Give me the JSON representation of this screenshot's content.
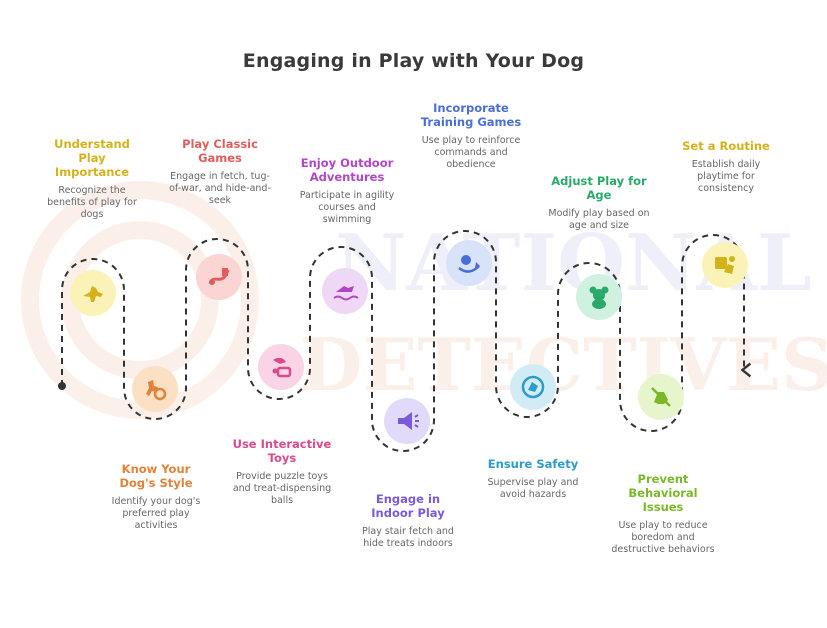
{
  "title": "Engaging in Play with Your Dog",
  "watermark": {
    "line1": "NATIONAL",
    "line2": "DETECTIVES"
  },
  "colors": {
    "path": "#333333",
    "step1": "#d4b21c",
    "step2": "#e0823a",
    "step3": "#e05d5d",
    "step4": "#d94a8a",
    "step5": "#b246c4",
    "step6": "#7a5ad8",
    "step7": "#4a6fd4",
    "step8": "#2e9bc9",
    "step9": "#2aaa6a",
    "step10": "#7ab82a",
    "step11": "#d4b21c"
  },
  "steps": [
    {
      "title": "Understand Play Importance",
      "desc": "Recognize the benefits of play for dogs",
      "icon": "dog-icon",
      "color": "#d4b21c",
      "bg": "#fbf2b8"
    },
    {
      "title": "Know Your Dog's Style",
      "desc": "Identify your dog's preferred play activities",
      "icon": "dog-ball-icon",
      "color": "#e0823a",
      "bg": "#fbe0c4"
    },
    {
      "title": "Play Classic Games",
      "desc": "Engage in fetch, tug-of-war, and hide-and-seek",
      "icon": "rope-toy-icon",
      "color": "#e05d5d",
      "bg": "#fbd4d4"
    },
    {
      "title": "Use Interactive Toys",
      "desc": "Provide puzzle toys and treat-dispensing balls",
      "icon": "puzzle-toy-icon",
      "color": "#d94a8a",
      "bg": "#f9d4e6"
    },
    {
      "title": "Enjoy Outdoor Adventures",
      "desc": "Participate in agility courses and swimming",
      "icon": "swimming-icon",
      "color": "#b246c4",
      "bg": "#efd8f6"
    },
    {
      "title": "Engage in Indoor Play",
      "desc": "Play stair fetch and hide treats indoors",
      "icon": "indoor-play-icon",
      "color": "#7a5ad8",
      "bg": "#e2dafb"
    },
    {
      "title": "Incorporate Training Games",
      "desc": "Use play to reinforce commands and obedience",
      "icon": "training-icon",
      "color": "#4a6fd4",
      "bg": "#d8e3fa"
    },
    {
      "title": "Ensure Safety",
      "desc": "Supervise play and avoid hazards",
      "icon": "safety-icon",
      "color": "#2e9bc9",
      "bg": "#d2ecf6"
    },
    {
      "title": "Adjust Play for Age",
      "desc": "Modify play based on age and size",
      "icon": "teddy-bear-icon",
      "color": "#2aaa6a",
      "bg": "#d0f1df"
    },
    {
      "title": "Prevent Behavioral Issues",
      "desc": "Use play to reduce boredom and destructive behaviors",
      "icon": "no-dog-icon",
      "color": "#7ab82a",
      "bg": "#e6f5cc"
    },
    {
      "title": "Set a Routine",
      "desc": "Establish daily playtime for consistency",
      "icon": "schedule-icon",
      "color": "#d4b21c",
      "bg": "#fbf2b8"
    }
  ]
}
